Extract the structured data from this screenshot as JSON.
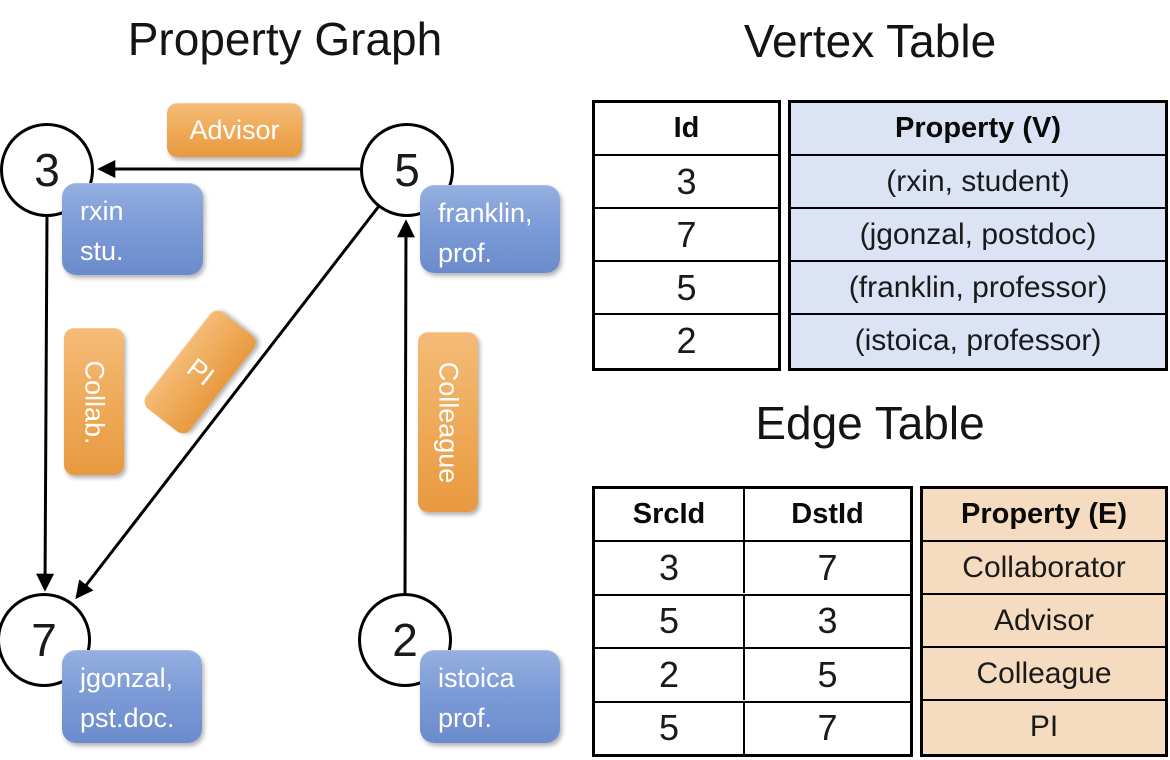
{
  "graph": {
    "title": "Property Graph",
    "nodes": [
      {
        "id": "3",
        "prop1": "rxin",
        "prop2": "stu."
      },
      {
        "id": "5",
        "prop1": "franklin,",
        "prop2": "prof."
      },
      {
        "id": "7",
        "prop1": "jgonzal,",
        "prop2": "pst.doc."
      },
      {
        "id": "2",
        "prop1": "istoica",
        "prop2": "prof."
      }
    ],
    "edge_labels": {
      "advisor": "Advisor",
      "collab": "Collab.",
      "pi": "PI",
      "colleague": "Colleague"
    }
  },
  "vertex_table": {
    "title": "Vertex Table",
    "col_id": "Id",
    "col_property": "Property (V)",
    "rows": [
      {
        "id": "3",
        "property": "(rxin, student)"
      },
      {
        "id": "7",
        "property": "(jgonzal, postdoc)"
      },
      {
        "id": "5",
        "property": "(franklin, professor)"
      },
      {
        "id": "2",
        "property": "(istoica, professor)"
      }
    ]
  },
  "edge_table": {
    "title": "Edge Table",
    "col_src": "SrcId",
    "col_dst": "DstId",
    "col_property": "Property (E)",
    "rows": [
      {
        "src": "3",
        "dst": "7",
        "property": "Collaborator"
      },
      {
        "src": "5",
        "dst": "3",
        "property": "Advisor"
      },
      {
        "src": "2",
        "dst": "5",
        "property": "Colleague"
      },
      {
        "src": "5",
        "dst": "7",
        "property": "PI"
      }
    ]
  },
  "colors": {
    "vertex_table_fill": "#DCE3F5",
    "edge_table_fill": "#F5DCC0",
    "vertex_box_blue": "#7D9BD6",
    "edge_box_orange": "#EFAC5C",
    "line_black": "#000000"
  }
}
